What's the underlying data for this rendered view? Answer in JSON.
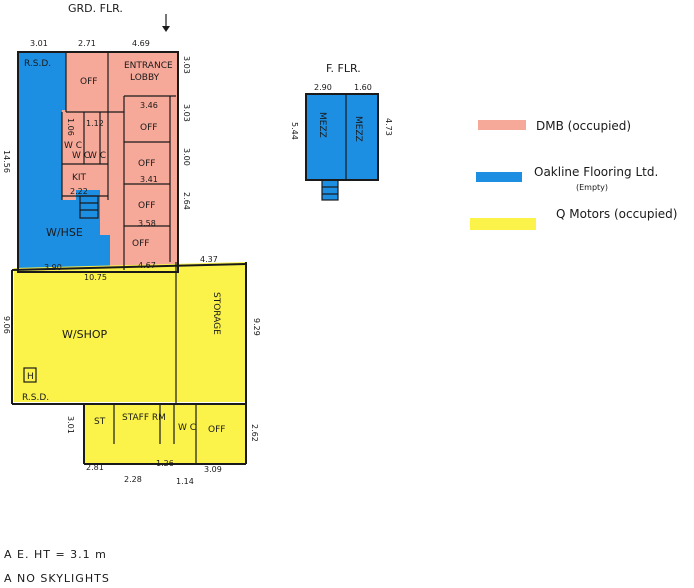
{
  "colors": {
    "dmb": "#f6a899",
    "oakline": "#1c8fe3",
    "q_motors": "#fbf34a"
  },
  "titles": {
    "ground_floor": "GRD. FLR.",
    "first_floor": "F. FLR."
  },
  "legend": [
    {
      "label": "DMB (occupied)",
      "color": "#f6a899"
    },
    {
      "label": "Oakline Flooring Ltd.",
      "sub": "(Empty)",
      "color": "#1c8fe3"
    },
    {
      "label": "Q Motors (occupied)",
      "color": "#fbf34a"
    }
  ],
  "rooms": {
    "rsd_top": "R.S.D.",
    "off_1": "OFF",
    "entrance_lobby_1": "ENTRANCE",
    "entrance_lobby_2": "LOBBY",
    "off_2": "OFF",
    "off_3": "OFF",
    "off_4": "OFF",
    "off_5": "OFF",
    "wc_1": "W C",
    "wc_2": "W C",
    "wc_3": "W C",
    "kit": "KIT",
    "whse": "W/HSE",
    "wshop": "W/SHOP",
    "storage": "STORAGE",
    "rsd_bottom": "R.S.D.",
    "st": "ST",
    "staff_rm": "STAFF RM",
    "wc_4": "W C",
    "off_bottom": "OFF",
    "h_mark": "H",
    "mezz_1": "MEZZ",
    "mezz_2": "MEZZ"
  },
  "dims": {
    "top_1": "3.01",
    "top_2": "2.71",
    "top_3": "4.69",
    "left_1": "14.56",
    "left_2": "9.06",
    "mid_1": "3.46",
    "mid_2": "3.41",
    "mid_3": "3.58",
    "mid_4": "4.67",
    "mid_5": "2.22",
    "mid_6": "1.12",
    "mid_7": "1.06",
    "right_1": "3.03",
    "right_2": "3.03",
    "right_3": "3.00",
    "right_4": "2.64",
    "mid_width": "10.75",
    "whse_width": "3.90",
    "step": "4.37",
    "right_lower": "9.29",
    "bottom_1": "2.81",
    "bottom_2": "1.26",
    "bottom_3": "3.09",
    "bottom_4": "2.28",
    "bottom_5": "1.14",
    "mezz_w1": "2.90",
    "mezz_w2": "1.60",
    "mezz_h1": "5.44",
    "mezz_h2": "4.73",
    "small_1": "3.01",
    "small_2": "2.62"
  },
  "notes": {
    "eave_height": "A E. HT = 3.1 m",
    "skylights": "A NO SKYLIGHTS"
  }
}
